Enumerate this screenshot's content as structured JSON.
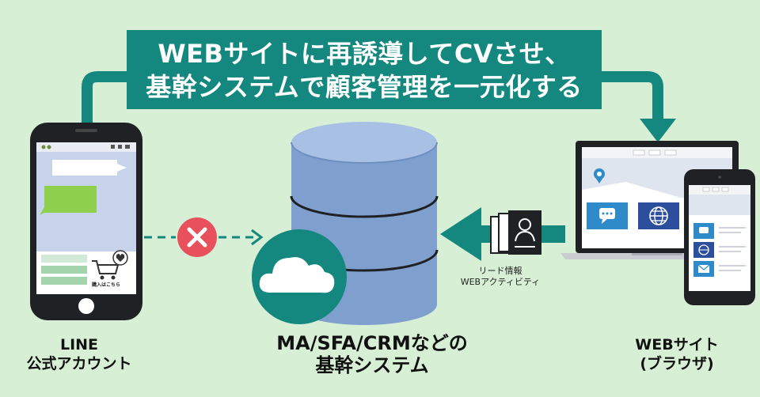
{
  "banner": {
    "line1": "WEBサイトに再誘導してCVさせ、",
    "line2": "基幹システムで顧客管理を一元化する"
  },
  "labels": {
    "line_official": [
      "LINE",
      "公式アカウント"
    ],
    "core_system": [
      "MA/SFA/CRMなどの",
      "基幹システム"
    ],
    "website": [
      "WEBサイト",
      "(ブラウザ)"
    ]
  },
  "lead_info": [
    "リード情報",
    "WEBアクティビティ"
  ],
  "phone": {
    "purchase_label": "購入はこちら"
  },
  "colors": {
    "background": "#d7f0d5",
    "teal": "#14887e",
    "database": "#7f9fcf",
    "blocked": "#e8505b",
    "chat_green": "#8fd14f",
    "chat_white": "#ffffff",
    "device_dark": "#1f2124"
  },
  "icons": [
    "line-phone-icon",
    "database-icon",
    "cloud-icon",
    "blocked-x-icon",
    "lead-files-icon",
    "laptop-icon",
    "tablet-icon",
    "shopping-cart-icon",
    "heart-icon",
    "map-pin-icon",
    "chat-icon",
    "globe-icon",
    "mail-icon"
  ]
}
